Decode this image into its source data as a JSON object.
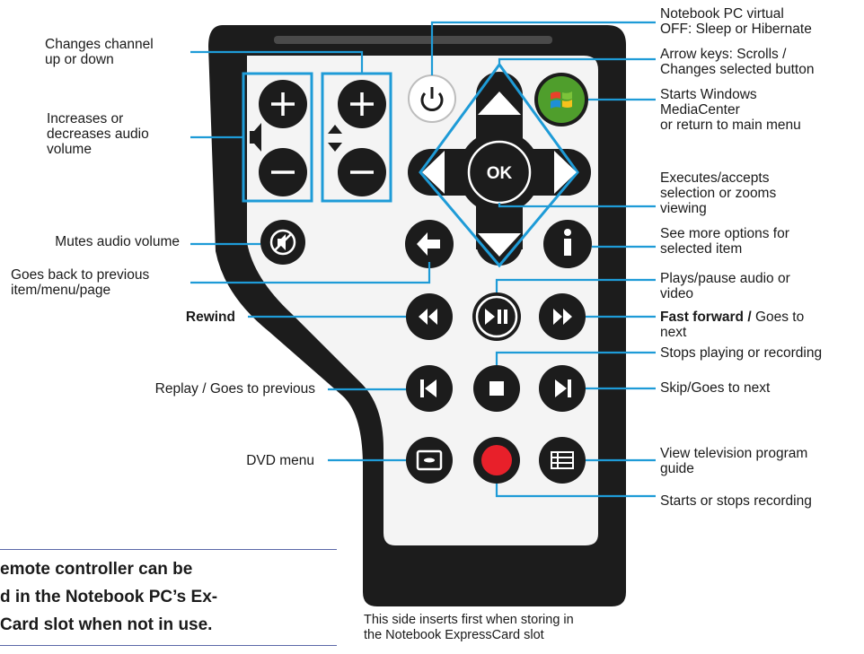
{
  "labels": {
    "channel": [
      "Changes channel",
      "up or down"
    ],
    "volume": [
      "Increases or",
      "decreases audio",
      "volume"
    ],
    "mute": [
      "Mutes audio volume"
    ],
    "back": [
      "Goes back to previous",
      "item/menu/page"
    ],
    "rewind": [
      "Rewind"
    ],
    "replay": [
      "Replay / Goes to previous"
    ],
    "dvd": [
      "DVD menu"
    ],
    "power": [
      "Notebook PC virtual",
      "OFF: Sleep or Hibernate"
    ],
    "arrows": [
      "Arrow keys: Scrolls /",
      "Changes selected button"
    ],
    "windows": [
      "Starts Windows",
      "MediaCenter",
      "or return to main menu"
    ],
    "ok": [
      "Executes/accepts",
      "selection or zooms",
      "viewing"
    ],
    "info": [
      "See more options for",
      "selected item"
    ],
    "play": [
      "Plays/pause audio or",
      "video"
    ],
    "forward": {
      "bold": "Fast forward /",
      "text": " Goes to",
      "line2": "next"
    },
    "stop": [
      "Stops playing or recording"
    ],
    "skip": [
      "Skip/Goes to next"
    ],
    "guide": [
      "View television program",
      "guide"
    ],
    "record": [
      "Starts or stops recording"
    ]
  },
  "note": [
    "emote controller can be",
    "d in the Notebook PC’s Ex-",
    "Card slot when not in use."
  ],
  "caption": [
    "This side inserts first when storing in",
    "the Notebook ExpressCard slot"
  ],
  "ok_label": "OK",
  "colors": {
    "line": "#1e9bd7",
    "remote": "#1c1c1c",
    "record": "#e8202a",
    "note_rule": "#5a68a8"
  }
}
